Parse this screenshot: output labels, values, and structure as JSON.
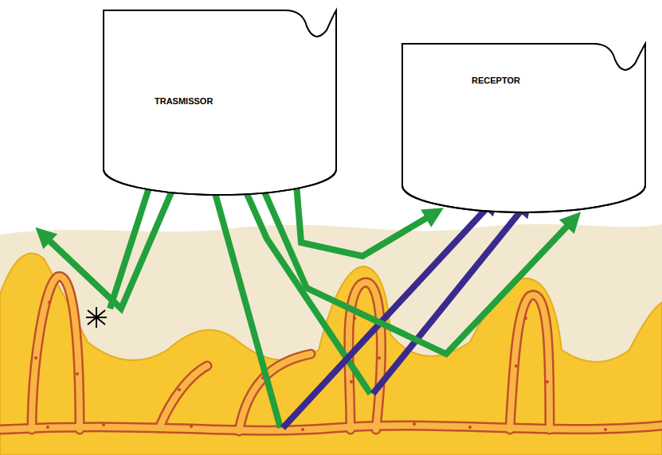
{
  "diagram": {
    "nodes": [
      {
        "text": [
          "TRASMISSOR"
        ]
      },
      {
        "text": [
          "RECEPTOR"
        ]
      }
    ],
    "edges": [
      {
        "from": 0,
        "to": 1,
        "arrow": "to"
      },
      {
        "from": 0,
        "to": 1,
        "arrow": "to"
      }
    ]
  }
}
